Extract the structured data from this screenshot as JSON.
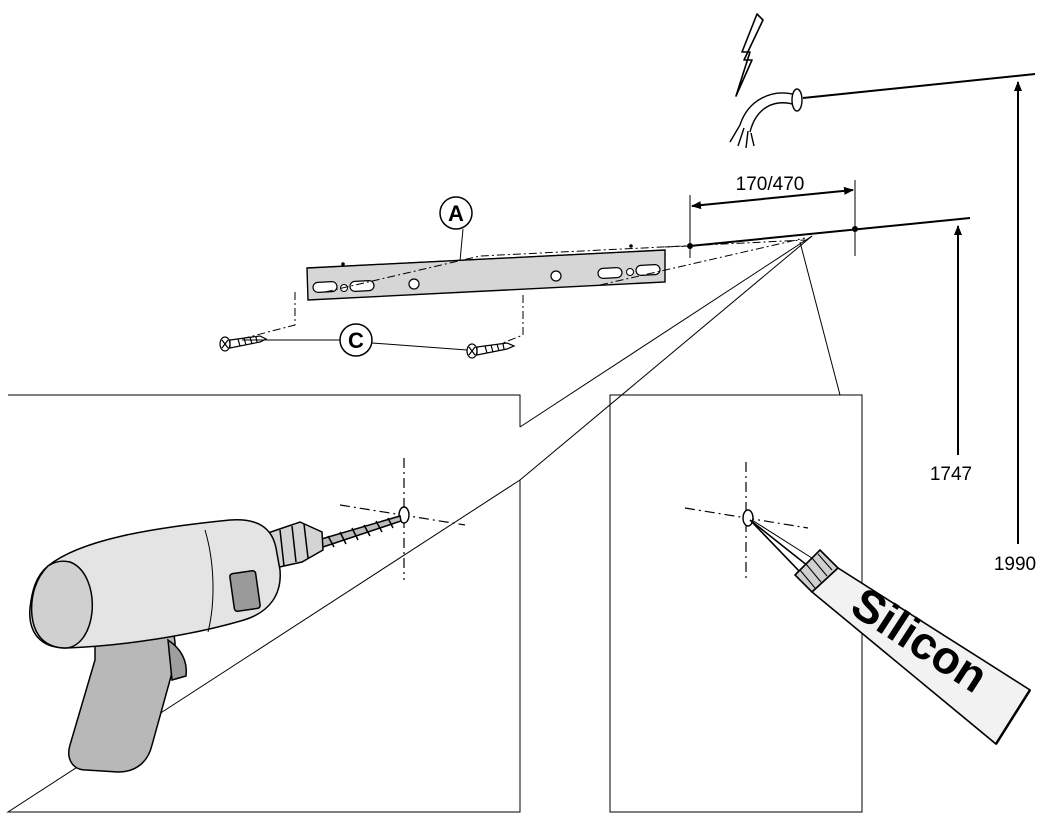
{
  "labels": {
    "callout_a": "A",
    "callout_c": "C",
    "dim_spacing": "170/470",
    "dim_height_bracket": "1747",
    "dim_height_cable": "1990",
    "tube_text": "Silicon"
  },
  "colors": {
    "line": "#000000",
    "bracket_fill": "#d6d6d6",
    "drill_body": "#e4e4e4",
    "drill_grip": "#b8b8b8",
    "tube_fill": "#f2f2f2"
  },
  "icons": [
    "lightning-icon",
    "cable-icon",
    "screw-icon",
    "drill-icon",
    "silicone-tube-icon"
  ]
}
